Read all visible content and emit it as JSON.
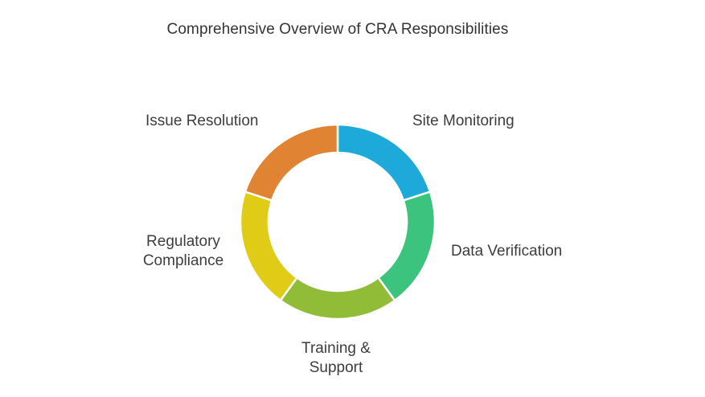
{
  "diagram": {
    "title": "Comprehensive Overview of CRA Responsibilities",
    "segments": [
      {
        "label_lines": [
          "Site Monitoring"
        ],
        "color": "#1DAADB"
      },
      {
        "label_lines": [
          "Data Verification"
        ],
        "color": "#3CC47E"
      },
      {
        "label_lines": [
          "Training &",
          "Support"
        ],
        "color": "#90BC38"
      },
      {
        "label_lines": [
          "Regulatory",
          "Compliance"
        ],
        "color": "#E0CB16"
      },
      {
        "label_lines": [
          "Issue Resolution"
        ],
        "color": "#E08433"
      }
    ]
  }
}
